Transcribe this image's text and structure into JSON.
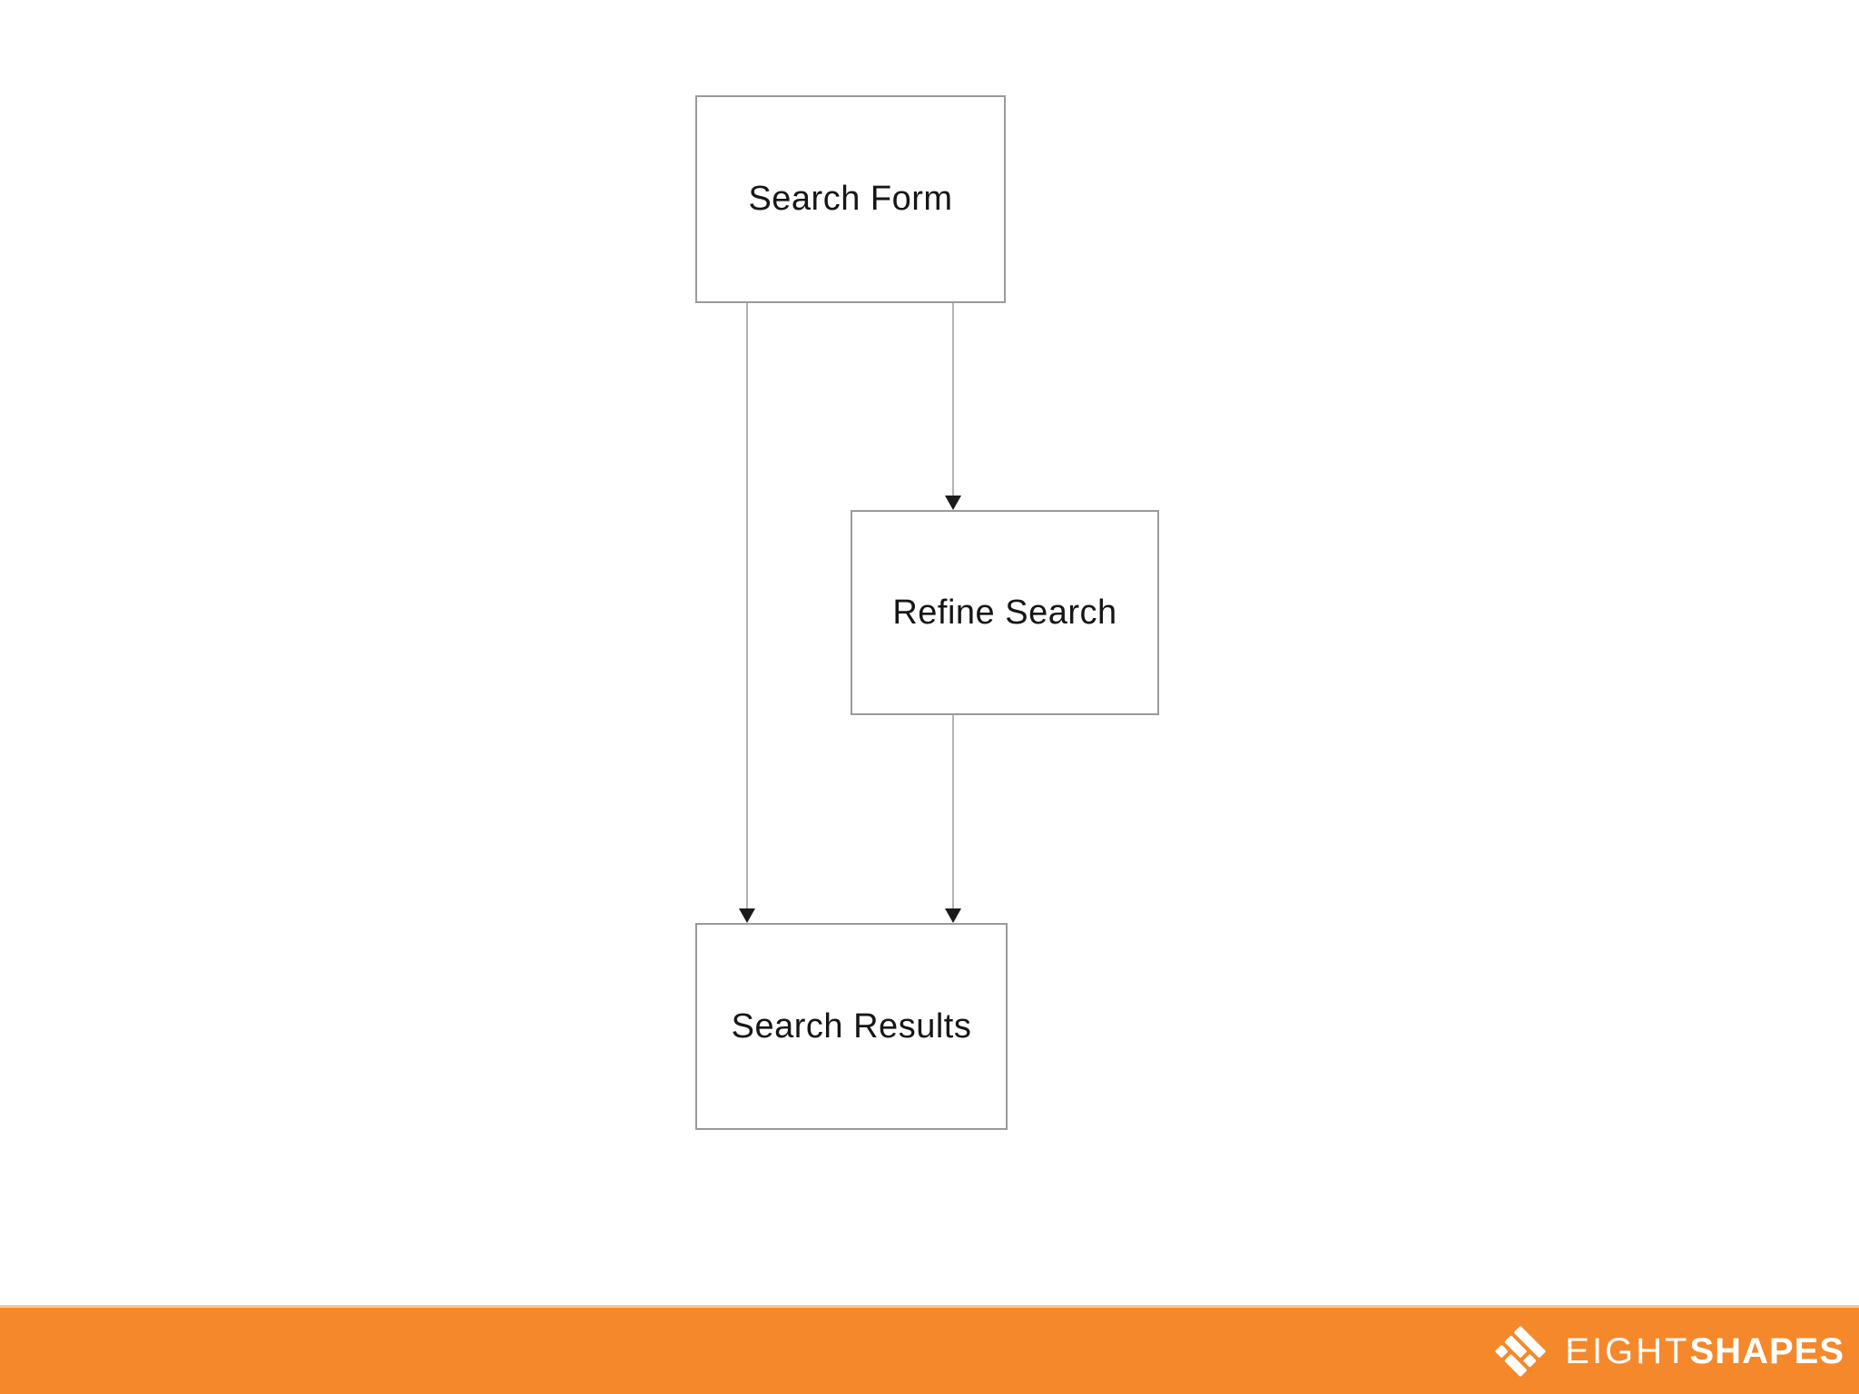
{
  "diagram": {
    "nodes": [
      {
        "id": "search-form",
        "label": "Search Form"
      },
      {
        "id": "refine-search",
        "label": "Refine Search"
      },
      {
        "id": "search-results",
        "label": "Search Results"
      }
    ],
    "edges": [
      {
        "from": "search-form",
        "to": "search-results",
        "direction": "down"
      },
      {
        "from": "search-form",
        "to": "refine-search",
        "direction": "down"
      },
      {
        "from": "refine-search",
        "to": "search-results",
        "direction": "down"
      }
    ]
  },
  "footer": {
    "brand_light": "EIGHT",
    "brand_bold": "SHAPES"
  },
  "colors": {
    "background": "#ffffff",
    "node_border": "#9a9a9a",
    "edge_line": "#b3b3b3",
    "arrowhead": "#1b1b1b",
    "node_text": "#161616",
    "footer_bar": "#F5882B",
    "footer_bar_top_edge": "#F8C795",
    "brand_text": "#ffffff"
  }
}
